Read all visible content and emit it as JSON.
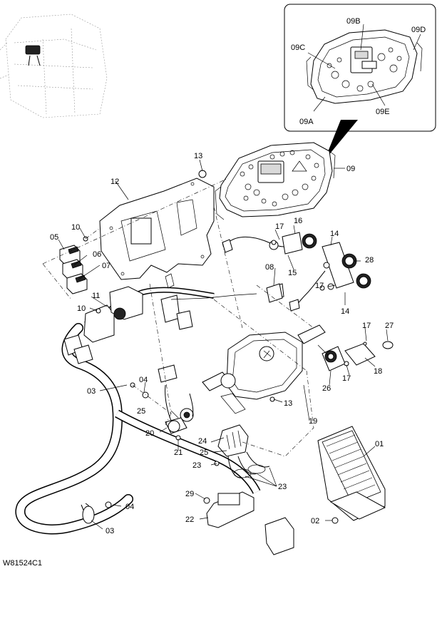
{
  "drawing_code": "W81524C1",
  "callouts": {
    "c01": "01",
    "c02": "02",
    "c03a": "03",
    "c03b": "03",
    "c04a": "04",
    "c04b": "04",
    "c05": "05",
    "c06": "06",
    "c07": "07",
    "c08": "08",
    "c09": "09",
    "c10a": "10",
    "c10b": "10",
    "c11": "11",
    "c12": "12",
    "c13a": "13",
    "c13b": "13",
    "c14a": "14",
    "c14b": "14",
    "c15": "15",
    "c16": "16",
    "c17a": "17",
    "c17b": "17",
    "c17c": "17",
    "c17d": "17",
    "c18": "18",
    "c19": "19",
    "c20": "20",
    "c21": "21",
    "c22": "22",
    "c23a": "23",
    "c23b": "23",
    "c24": "24",
    "c25a": "25",
    "c25b": "25",
    "c26": "26",
    "c27": "27",
    "c28": "28",
    "c29": "29"
  },
  "inset_callouts": {
    "i09A": "09A",
    "i09B": "09B",
    "i09C": "09C",
    "i09D": "09D",
    "i09E": "09E"
  }
}
